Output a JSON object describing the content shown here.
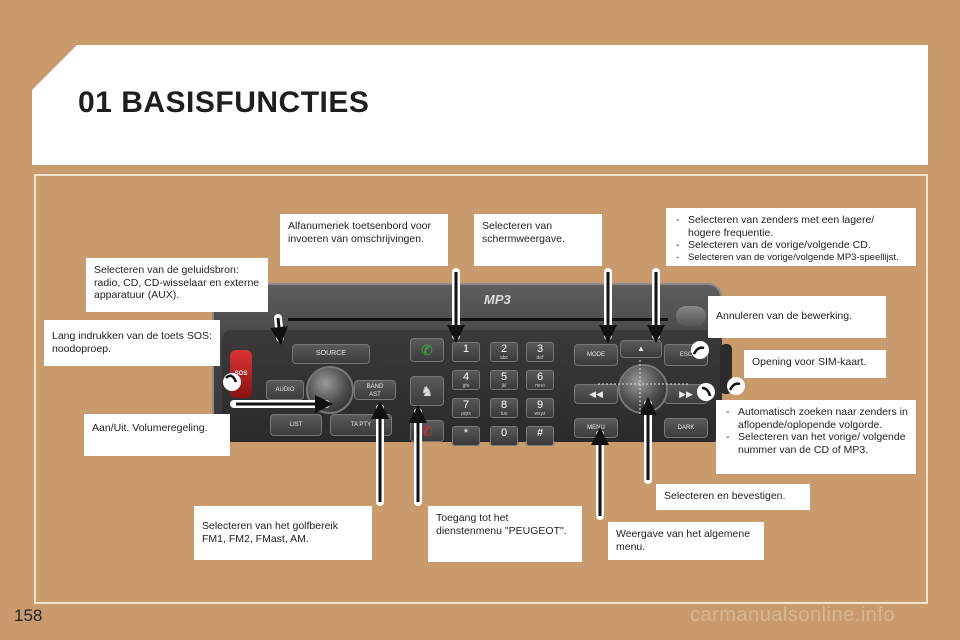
{
  "page": {
    "title": "01 BASISFUNCTIES",
    "page_number": "158",
    "watermark": "carmanualsonline.info"
  },
  "callouts": {
    "alphanumeric": "Alfanumeriek toetsenbord voor invoeren van omschrijvingen.",
    "display": "Selecteren van schermweergave.",
    "stations": [
      "Selecteren van zenders met een lagere/ hogere frequentie.",
      "Selecteren van de vorige/volgende CD.",
      "Selecteren van de vorige/volgende MP3-speellijst."
    ],
    "source": "Selecteren van de geluidsbron: radio, CD, CD-wisselaar en externe apparatuur (AUX).",
    "sos": "Lang indrukken van de toets SOS: noodoproep.",
    "cancel": "Annuleren van de bewerking.",
    "sim": "Opening voor SIM-kaart.",
    "autoscan": [
      "Automatisch zoeken naar zenders in aflopende/oplopende volgorde.",
      "Selecteren van het vorige/ volgende nummer van de CD of MP3."
    ],
    "power": "Aan/Uit. Volumeregeling.",
    "confirm": "Selecteren en bevestigen.",
    "band": "Selecteren van het golfbereik FM1, FM2, FMast, AM.",
    "services": "Toegang tot het dienstenmenu \"PEUGEOT\".",
    "menu": "Weergave van het algemene menu."
  },
  "radio": {
    "logo": "MP3",
    "buttons": {
      "source": "SOURCE",
      "audio": "AUDIO",
      "band": "BAND",
      "band_sub": "AST",
      "list": "LIST",
      "tapty": "TA PTY",
      "mode": "MODE",
      "esc": "ESC",
      "menu": "MENU",
      "dark": "DARK",
      "sos": "SOS"
    },
    "keys": [
      {
        "n": "1",
        "l": ""
      },
      {
        "n": "2",
        "l": "abc"
      },
      {
        "n": "3",
        "l": "def"
      },
      {
        "n": "4",
        "l": "ghi"
      },
      {
        "n": "5",
        "l": "jkl"
      },
      {
        "n": "6",
        "l": "mno"
      },
      {
        "n": "7",
        "l": "pqrs"
      },
      {
        "n": "8",
        "l": "tuv"
      },
      {
        "n": "9",
        "l": "wxyz"
      },
      {
        "n": "*",
        "l": ""
      },
      {
        "n": "0",
        "l": ""
      },
      {
        "n": "#",
        "l": ""
      }
    ]
  }
}
